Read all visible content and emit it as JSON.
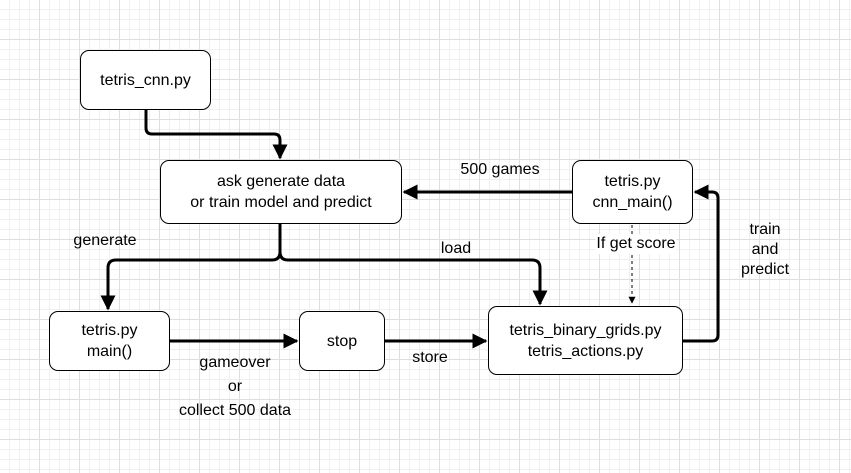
{
  "colors": {
    "stroke": "#000000",
    "background": "#ffffff",
    "grid": "#dedede"
  },
  "nodes": {
    "tetris_cnn": {
      "lines": [
        "tetris_cnn.py"
      ]
    },
    "ask": {
      "lines": [
        "ask generate data",
        "or train model and predict"
      ]
    },
    "cnn_main": {
      "lines": [
        "tetris.py",
        "cnn_main()"
      ]
    },
    "main": {
      "lines": [
        "tetris.py",
        "main()"
      ]
    },
    "stop": {
      "lines": [
        "stop"
      ]
    },
    "grids": {
      "lines": [
        "tetris_binary_grids.py",
        "tetris_actions.py"
      ]
    }
  },
  "edge_labels": {
    "games": {
      "lines": [
        "500 games"
      ]
    },
    "generate": {
      "lines": [
        "generate"
      ]
    },
    "load": {
      "lines": [
        "load"
      ]
    },
    "score": {
      "lines": [
        "If get score"
      ]
    },
    "train": {
      "lines": [
        "train",
        "and",
        "predict"
      ]
    },
    "gameover": {
      "lines": [
        "gameover",
        "or",
        "collect 500 data"
      ]
    },
    "store": {
      "lines": [
        "store"
      ]
    }
  }
}
